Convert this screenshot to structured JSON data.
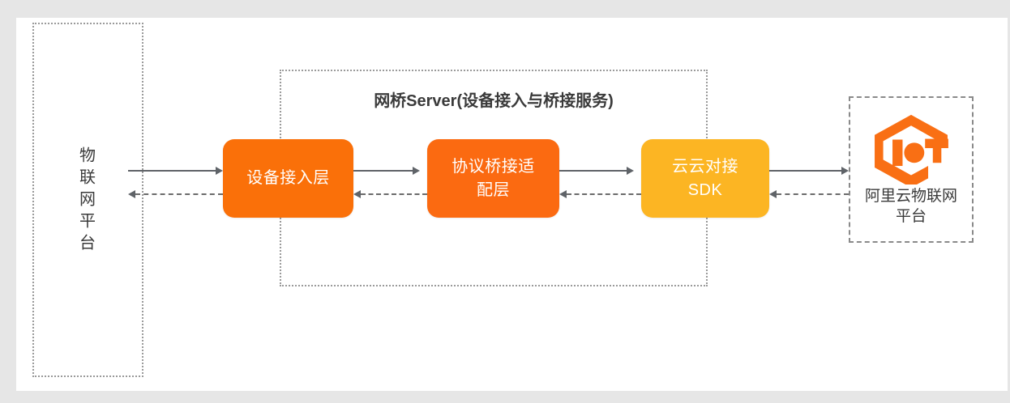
{
  "diagram": {
    "title": "IoT Bridge Server Architecture",
    "type": "flow-diagram",
    "background_color": "#e6e6e6",
    "canvas_color": "#ffffff"
  },
  "left_platform": {
    "name": "iot-platform",
    "label_chars": [
      "物",
      "联",
      "网",
      "平",
      "台"
    ],
    "label": "物联网平台",
    "border_style": "dotted",
    "border_color": "#9a9a9a"
  },
  "bridge_server": {
    "name": "bridge-server",
    "title": "网桥Server(设备接入与桥接服务)",
    "border_style": "dotted",
    "border_color": "#8a8a8a"
  },
  "process_boxes": [
    {
      "id": "device-access",
      "lines": [
        "设备接入层"
      ],
      "label": "设备接入层",
      "color": "#fa7009",
      "text_color": "#ffffff"
    },
    {
      "id": "protocol-bridge",
      "lines": [
        "协议桥接适",
        "配层"
      ],
      "label": "协议桥接适配层",
      "color": "#fb6a11",
      "text_color": "#ffffff"
    },
    {
      "id": "cloud-sdk",
      "lines": [
        "云云对接",
        "SDK"
      ],
      "label": "云云对接SDK",
      "color": "#fcb523",
      "text_color": "#ffffff"
    }
  ],
  "right_platform": {
    "name": "aliyun-iot-platform",
    "logo": "iot-hexagon-logo",
    "logo_color": "#f96f14",
    "label_lines": [
      "阿里云物联网",
      "平台"
    ],
    "label": "阿里云物联网平台",
    "border_style": "dashed",
    "border_color": "#8a8a8a"
  },
  "connections": {
    "forward_style": "solid",
    "return_style": "dashed",
    "line_color": "#5f6368",
    "forward_direction": "right",
    "return_direction": "left",
    "segments": [
      {
        "from": "iot-platform",
        "to": "device-access"
      },
      {
        "from": "device-access",
        "to": "protocol-bridge"
      },
      {
        "from": "protocol-bridge",
        "to": "cloud-sdk"
      },
      {
        "from": "cloud-sdk",
        "to": "aliyun-iot-platform"
      }
    ]
  }
}
